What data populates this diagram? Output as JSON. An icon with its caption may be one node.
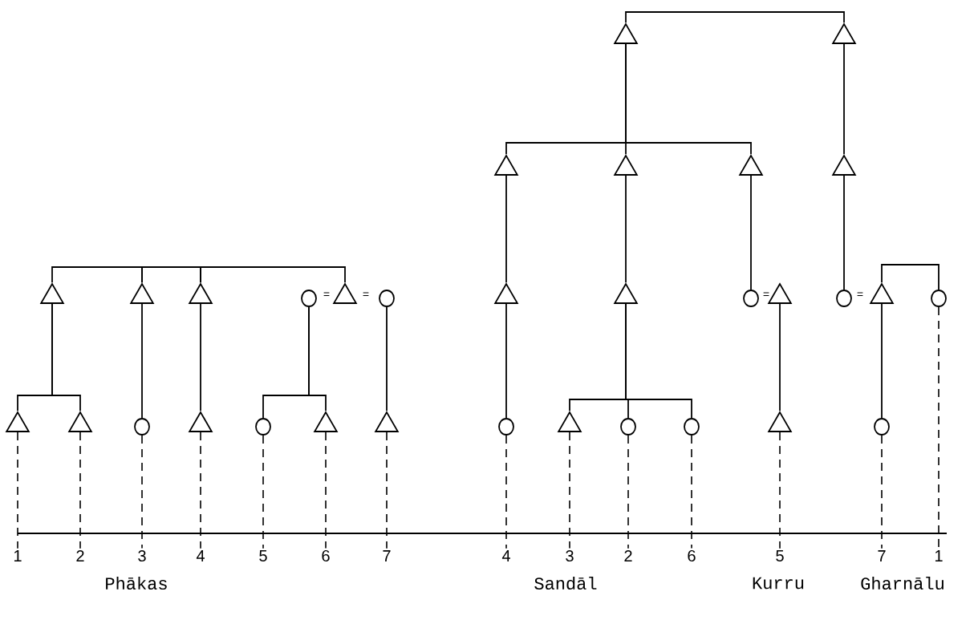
{
  "diagram": {
    "nodes": [
      {
        "text": [],
        "shape": "triangle"
      },
      {
        "text": [],
        "shape": "triangle"
      },
      {
        "text": [],
        "shape": "triangle"
      },
      {
        "text": [],
        "shape": "triangle"
      },
      {
        "text": [],
        "shape": "triangle"
      },
      {
        "text": [],
        "shape": "triangle"
      },
      {
        "text": [],
        "shape": "triangle"
      },
      {
        "text": [],
        "shape": "triangle"
      },
      {
        "text": [],
        "shape": "triangle"
      },
      {
        "text": [],
        "shape": "circle"
      },
      {
        "text": [],
        "shape": "triangle"
      },
      {
        "text": [],
        "shape": "circle"
      },
      {
        "text": [],
        "shape": "triangle"
      },
      {
        "text": [],
        "shape": "triangle"
      },
      {
        "text": [],
        "shape": "circle"
      },
      {
        "text": [],
        "shape": "triangle"
      },
      {
        "text": [],
        "shape": "circle"
      },
      {
        "text": [],
        "shape": "triangle"
      },
      {
        "text": [],
        "shape": "circle"
      },
      {
        "text": [],
        "shape": "triangle"
      },
      {
        "text": [],
        "shape": "triangle"
      },
      {
        "text": [],
        "shape": "circle"
      },
      {
        "text": [],
        "shape": "triangle"
      },
      {
        "text": [],
        "shape": "circle"
      },
      {
        "text": [],
        "shape": "triangle"
      },
      {
        "text": [],
        "shape": "triangle"
      },
      {
        "text": [],
        "shape": "circle"
      },
      {
        "text": [],
        "shape": "triangle"
      },
      {
        "text": [],
        "shape": "circle"
      },
      {
        "text": [],
        "shape": "circle"
      },
      {
        "text": [],
        "shape": "triangle"
      },
      {
        "text": [],
        "shape": "circle"
      },
      {
        "text": [
          "1"
        ]
      },
      {
        "text": [
          "2"
        ]
      },
      {
        "text": [
          "3"
        ]
      },
      {
        "text": [
          "4"
        ]
      },
      {
        "text": [
          "5"
        ]
      },
      {
        "text": [
          "6"
        ]
      },
      {
        "text": [
          "7"
        ]
      },
      {
        "text": [
          "4"
        ]
      },
      {
        "text": [
          "3"
        ]
      },
      {
        "text": [
          "2"
        ]
      },
      {
        "text": [
          "6"
        ]
      },
      {
        "text": [
          "5"
        ]
      },
      {
        "text": [
          "7"
        ]
      },
      {
        "text": [
          "1"
        ]
      }
    ],
    "edges": [
      {
        "from": 0,
        "to": 1,
        "arrow": "none"
      },
      {
        "from": 0,
        "to": 2,
        "arrow": "none"
      },
      {
        "from": 0,
        "to": 3,
        "arrow": "none"
      },
      {
        "from": 0,
        "to": 4,
        "arrow": "none"
      },
      {
        "from": 1,
        "to": 5,
        "arrow": "none"
      },
      {
        "from": 2,
        "to": 12,
        "arrow": "none"
      },
      {
        "from": 3,
        "to": 13,
        "arrow": "none"
      },
      {
        "from": 4,
        "to": 14,
        "arrow": "none"
      },
      {
        "from": 5,
        "to": 16,
        "arrow": "none"
      },
      {
        "from": 6,
        "to": 7,
        "arrow": "none"
      },
      {
        "from": 7,
        "to": 8,
        "arrow": "none"
      },
      {
        "from": 8,
        "to": 10,
        "arrow": "none"
      },
      {
        "from": 17,
        "to": 18,
        "arrow": "none"
      },
      {
        "from": 6,
        "to": 19,
        "arrow": "none"
      },
      {
        "from": 6,
        "to": 20,
        "arrow": "none"
      },
      {
        "from": 7,
        "to": 21,
        "arrow": "none"
      },
      {
        "from": 8,
        "to": 22,
        "arrow": "none"
      },
      {
        "from": 9,
        "to": 23,
        "arrow": "none"
      },
      {
        "from": 9,
        "to": 24,
        "arrow": "none"
      },
      {
        "from": 11,
        "to": 25,
        "arrow": "none"
      },
      {
        "from": 12,
        "to": 26,
        "arrow": "none"
      },
      {
        "from": 13,
        "to": 27,
        "arrow": "none"
      },
      {
        "from": 13,
        "to": 28,
        "arrow": "none"
      },
      {
        "from": 13,
        "to": 29,
        "arrow": "none"
      },
      {
        "from": 15,
        "to": 30,
        "arrow": "none"
      },
      {
        "from": 17,
        "to": 31,
        "arrow": "none"
      },
      {
        "from": 19,
        "to": 32,
        "arrow": "none",
        "style": "dashed"
      },
      {
        "from": 20,
        "to": 33,
        "arrow": "none",
        "style": "dashed"
      },
      {
        "from": 21,
        "to": 34,
        "arrow": "none",
        "style": "dashed"
      },
      {
        "from": 22,
        "to": 35,
        "arrow": "none",
        "style": "dashed"
      },
      {
        "from": 23,
        "to": 36,
        "arrow": "none",
        "style": "dashed"
      },
      {
        "from": 24,
        "to": 37,
        "arrow": "none",
        "style": "dashed"
      },
      {
        "from": 25,
        "to": 38,
        "arrow": "none",
        "style": "dashed"
      },
      {
        "from": 26,
        "to": 39,
        "arrow": "none",
        "style": "dashed"
      },
      {
        "from": 27,
        "to": 40,
        "arrow": "none",
        "style": "dashed"
      },
      {
        "from": 28,
        "to": 41,
        "arrow": "none",
        "style": "dashed"
      },
      {
        "from": 29,
        "to": 42,
        "arrow": "none",
        "style": "dashed"
      },
      {
        "from": 30,
        "to": 43,
        "arrow": "none",
        "style": "dashed"
      },
      {
        "from": 31,
        "to": 44,
        "arrow": "none",
        "style": "dashed"
      },
      {
        "from": 18,
        "to": 45,
        "arrow": "none",
        "style": "dashed"
      }
    ],
    "labels": [
      "=",
      "=",
      "=",
      "=",
      "Phākas",
      "Sandāl",
      "Kurru",
      "Gharnālu"
    ]
  }
}
